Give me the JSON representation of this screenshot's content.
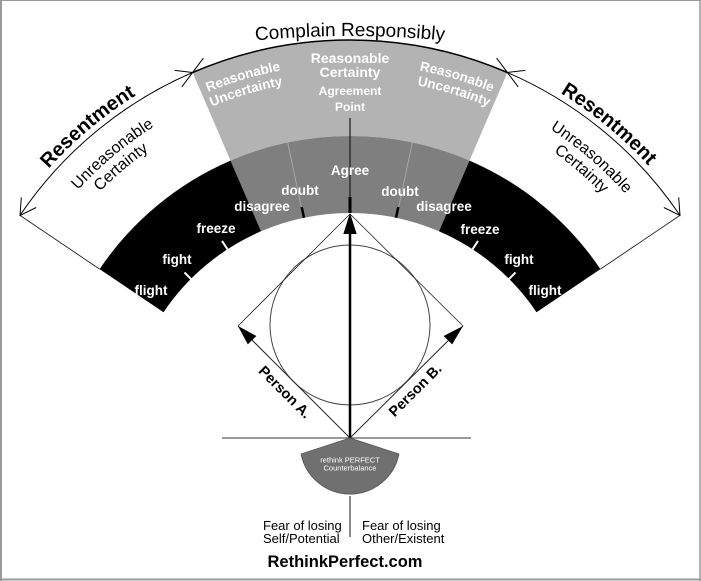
{
  "title": "Complain Responsibly",
  "zones": {
    "reasonable_certainty": [
      "Reasonable",
      "Certainty"
    ],
    "agreement_point": [
      "Agreement",
      "Point"
    ],
    "reasonable_uncertainty_left": [
      "Reasonable",
      "Uncertainty"
    ],
    "reasonable_uncertainty_right": [
      "Reasonable",
      "Uncertainty"
    ],
    "resentment_left": {
      "title": "Resentment",
      "subtitle": [
        "Unreasonable",
        "Certainty"
      ]
    },
    "resentment_right": {
      "title": "Resentment",
      "subtitle": [
        "Unreasonable",
        "Certainty"
      ]
    }
  },
  "responses": {
    "center": "Agree",
    "left": [
      "doubt",
      "disagree",
      "freeze",
      "fight",
      "flight"
    ],
    "right": [
      "doubt",
      "disagree",
      "freeze",
      "fight",
      "flight"
    ]
  },
  "persons": {
    "a": "Person A.",
    "b": "Person B."
  },
  "counterbalance": [
    "rethink PERFECT",
    "Counterbalance"
  ],
  "fears": {
    "left": [
      "Fear of losing",
      "Self/Potential"
    ],
    "right": [
      "Fear of losing",
      "Other/Existent"
    ]
  },
  "footer": "RethinkPerfect.com",
  "colors": {
    "reasonable_zone": "#b3b3b3",
    "uncertain_band": "#7f7f7f",
    "reaction_band": "#000000",
    "counterbalance": "#707070",
    "frame": "#9a9a9a"
  }
}
